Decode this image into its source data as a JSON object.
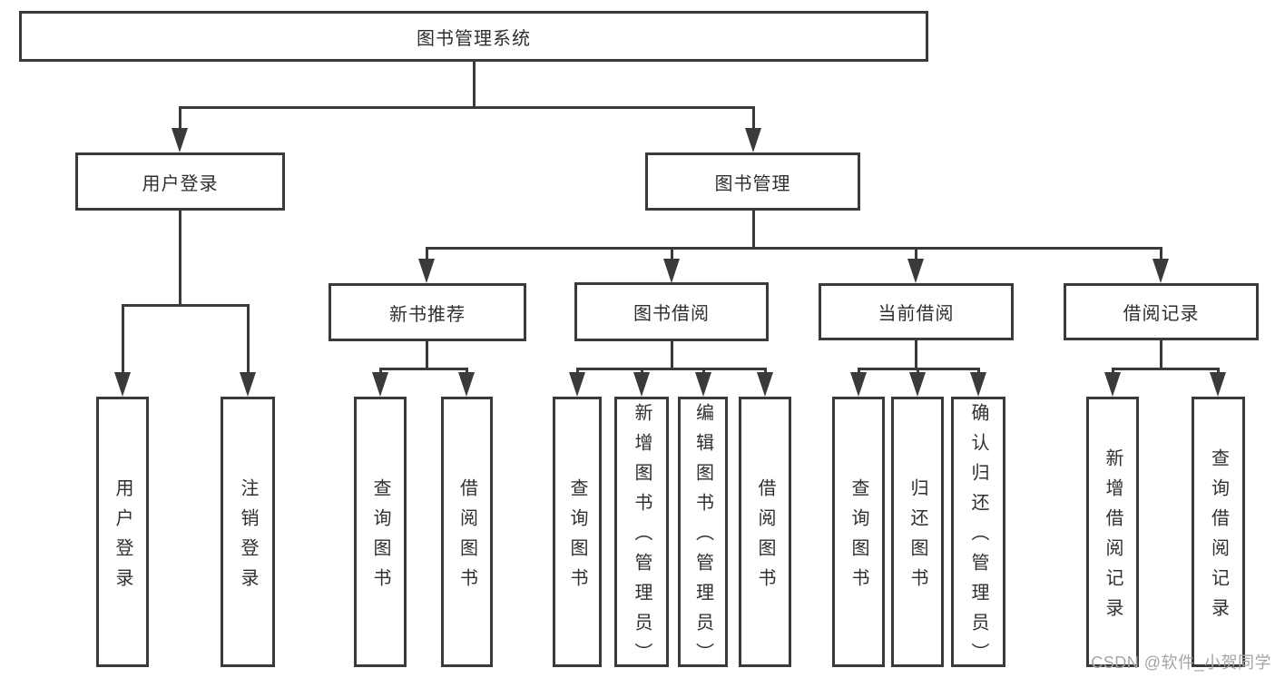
{
  "tree": {
    "root": {
      "label": "图书管理系统"
    },
    "branches": [
      {
        "label": "用户登录",
        "children": [
          {
            "label": "用户登录"
          },
          {
            "label": "注销登录"
          }
        ]
      },
      {
        "label": "图书管理",
        "groups": [
          {
            "label": "新书推荐",
            "children": [
              {
                "label": "查询图书"
              },
              {
                "label": "借阅图书"
              }
            ]
          },
          {
            "label": "图书借阅",
            "children": [
              {
                "label": "查询图书"
              },
              {
                "label": "新增图书（管理员）"
              },
              {
                "label": "编辑图书（管理员）"
              },
              {
                "label": "借阅图书"
              }
            ]
          },
          {
            "label": "当前借阅",
            "children": [
              {
                "label": "查询图书"
              },
              {
                "label": "归还图书"
              },
              {
                "label": "确认归还（管理员）"
              }
            ]
          },
          {
            "label": "借阅记录",
            "children": [
              {
                "label": "新增借阅记录"
              },
              {
                "label": "查询借阅记录"
              }
            ]
          }
        ]
      }
    ]
  },
  "watermark": {
    "text": "CSDN @软件_小贺同学"
  },
  "colors": {
    "line": "#3a3a3a",
    "text": "#2f2f2f",
    "background": "#ffffff",
    "watermark": "#a5a5a5"
  }
}
